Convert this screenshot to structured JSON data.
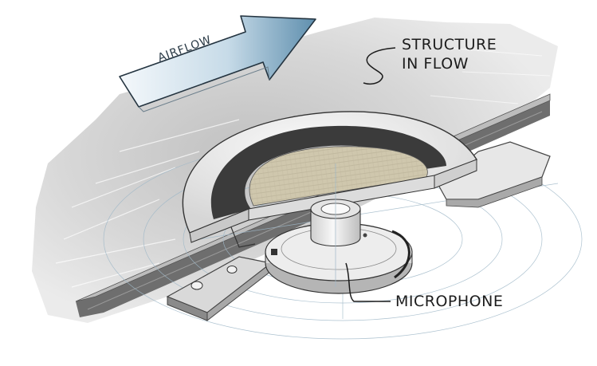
{
  "labels": {
    "airflow": "AIRFLOW",
    "structure_line1": "STRUCTURE",
    "structure_line2": "IN FLOW",
    "microphone": "MICROPHONE"
  },
  "colors": {
    "arrow_fill_start": "#f4f8fb",
    "arrow_fill_end": "#5f8fae",
    "membrane": "#cfc7ad",
    "dark_ring": "#3b3b3b",
    "metal_light": "#ececec",
    "metal_mid": "#bdbdbd",
    "shadow_gray": "#9a9a9a"
  }
}
